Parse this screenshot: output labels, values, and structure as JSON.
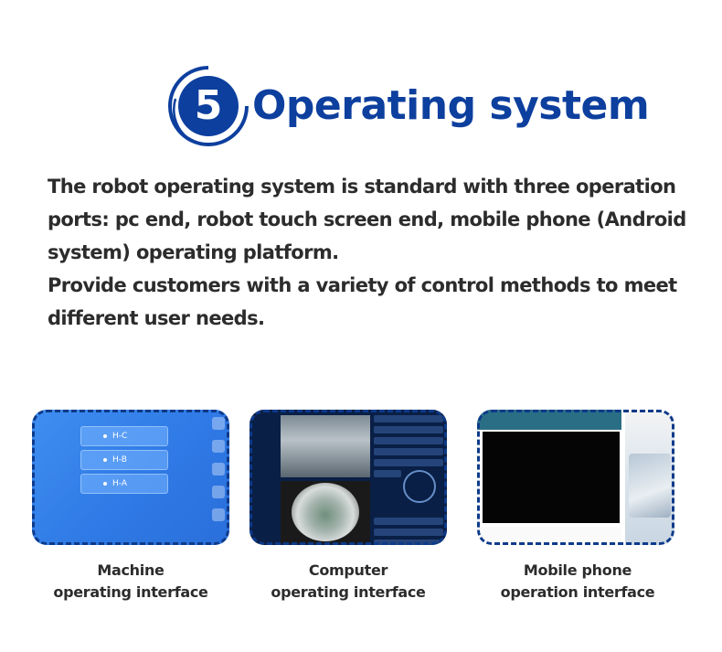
{
  "heading": {
    "number": "5",
    "title": "Operating system"
  },
  "body": {
    "paragraph_1": "The robot operating system is standard with three operation ports: pc end, robot touch screen end, mobile phone (Android system) operating platform.",
    "paragraph_2": "Provide customers with a variety of control methods to meet different user needs."
  },
  "cards": [
    {
      "caption_line1": "Machine",
      "caption_line2": "operating interface",
      "buttons": [
        "H-C",
        "H-B",
        "H-A"
      ]
    },
    {
      "caption_line1": "Computer",
      "caption_line2": "operating interface"
    },
    {
      "caption_line1": "Mobile phone",
      "caption_line2": "operation interface"
    }
  ],
  "colors": {
    "accent": "#0d3f9e",
    "text": "#2c2c2c",
    "card_border": "#0d3a8a"
  }
}
